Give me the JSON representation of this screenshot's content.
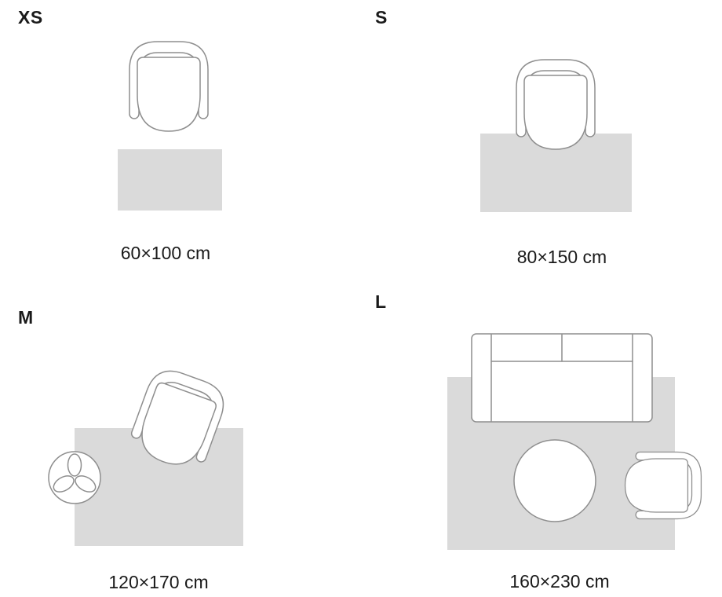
{
  "sizes": [
    {
      "id": "xs",
      "label": "XS",
      "dimensions": "60×100 cm",
      "furniture": [
        "armchair"
      ]
    },
    {
      "id": "s",
      "label": "S",
      "dimensions": "80×150 cm",
      "furniture": [
        "armchair"
      ]
    },
    {
      "id": "m",
      "label": "M",
      "dimensions": "120×170 cm",
      "furniture": [
        "armchair",
        "plant"
      ]
    },
    {
      "id": "l",
      "label": "L",
      "dimensions": "160×230 cm",
      "furniture": [
        "sofa",
        "coffee-table",
        "armchair"
      ]
    }
  ],
  "colors": {
    "background": "#ffffff",
    "rug": "#dadada",
    "outline": "#8e8e8e",
    "text": "#1a1a1a"
  }
}
